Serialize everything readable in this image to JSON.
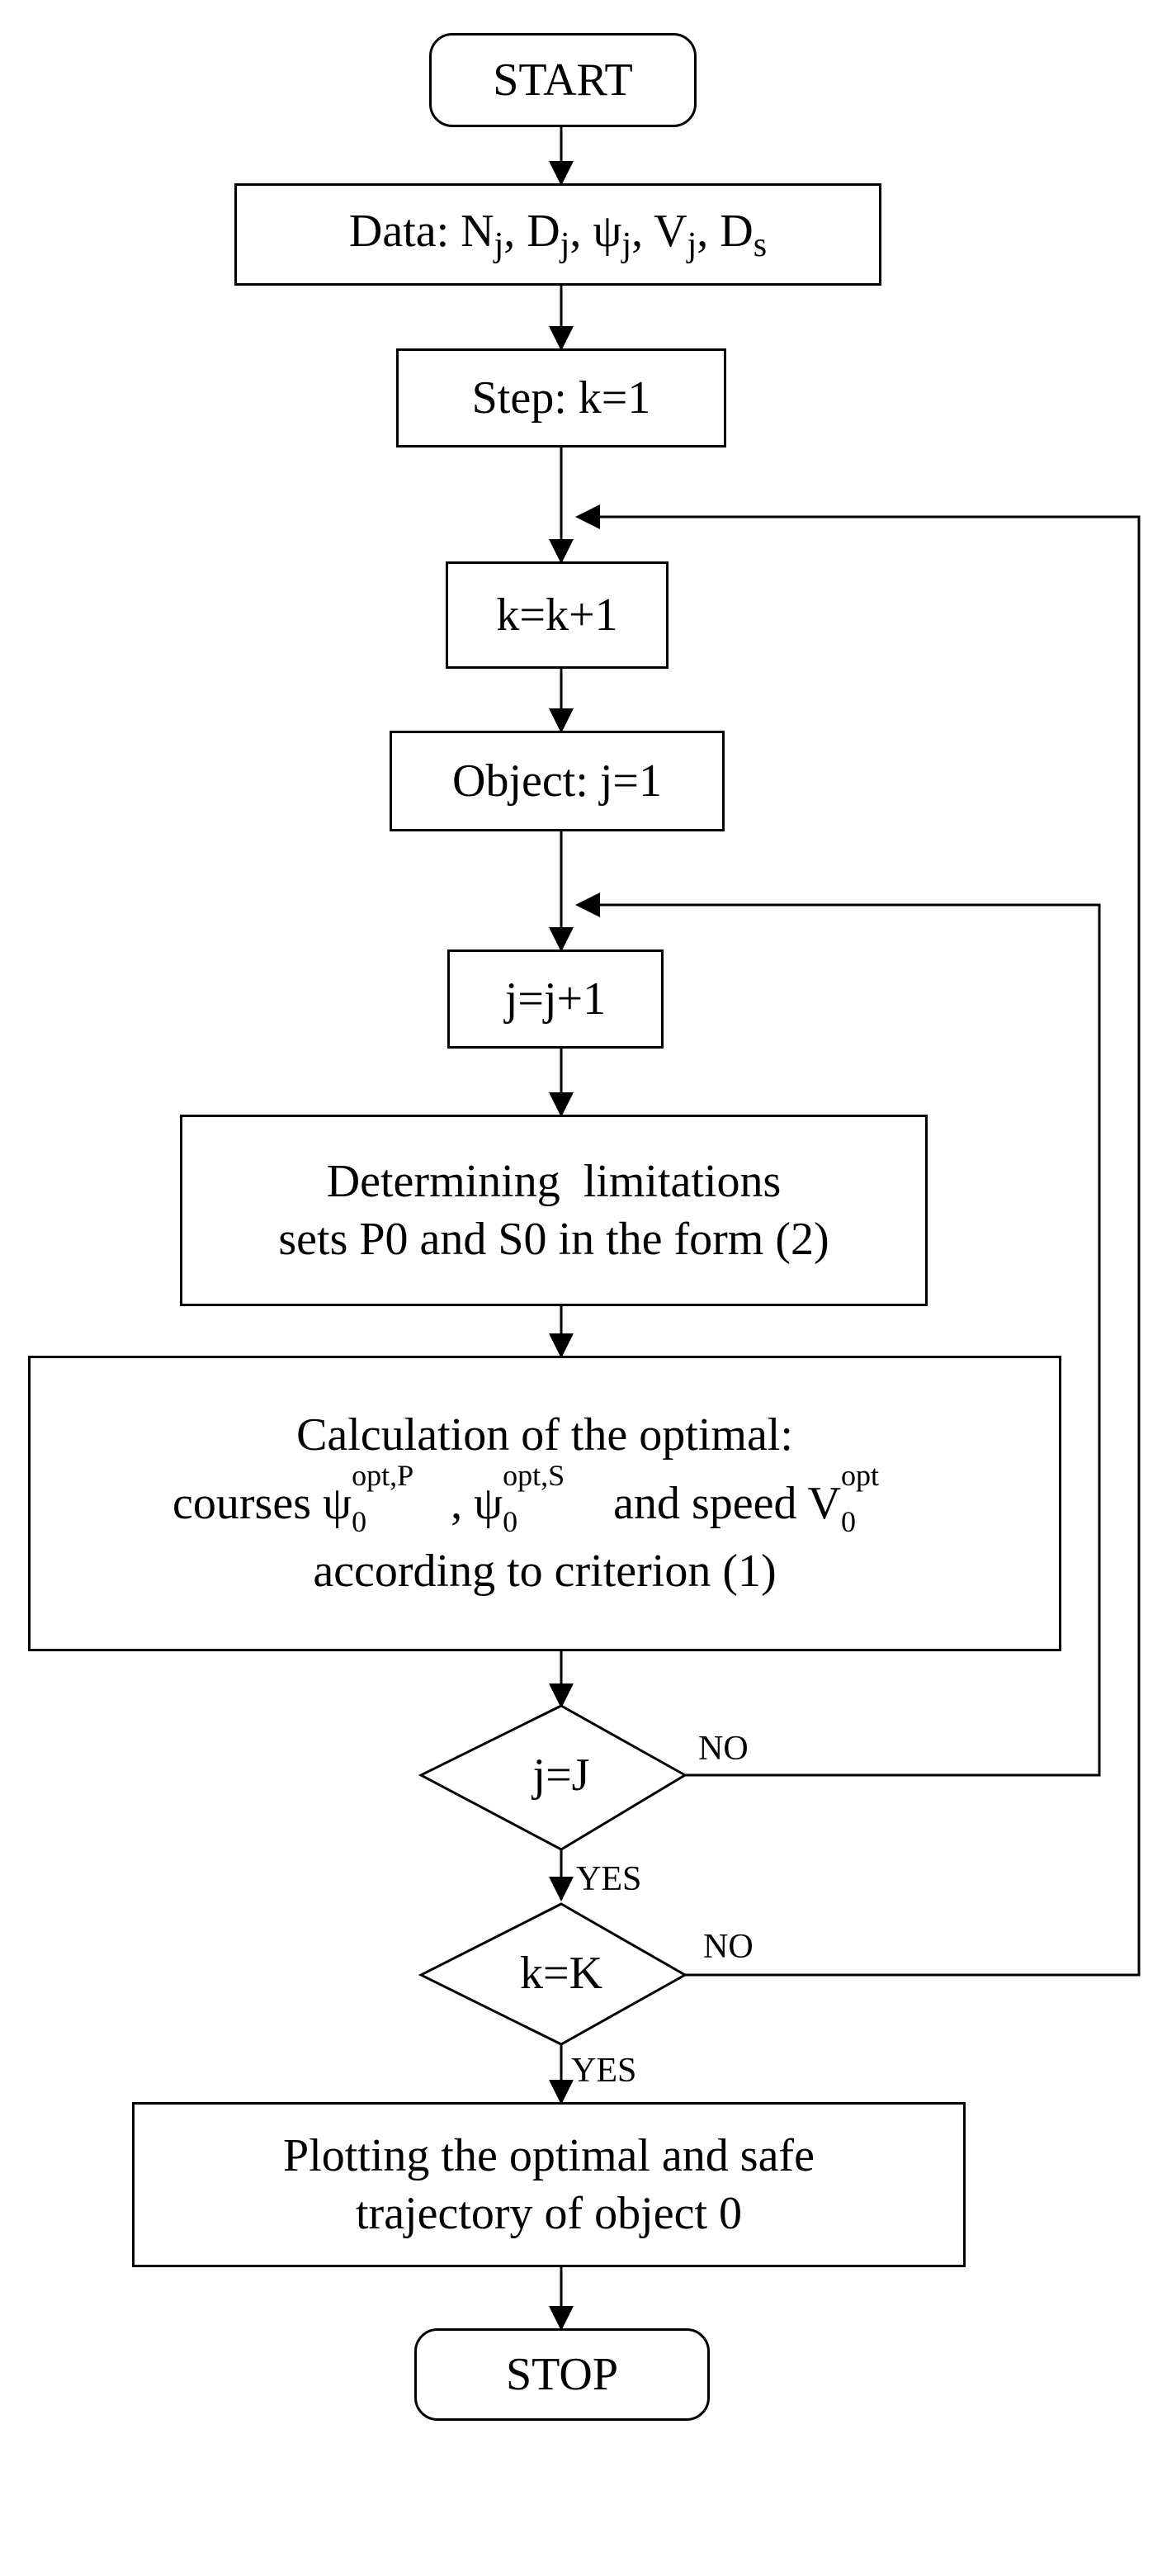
{
  "flowchart": {
    "start": "START",
    "data": {
      "prefix": "Data: ",
      "vars": [
        "N",
        "D",
        "ψ",
        "V",
        "D"
      ],
      "subs": [
        "j",
        "j",
        "j",
        "j",
        "s"
      ]
    },
    "step_init": "Step: k=1",
    "step_increment": "k=k+1",
    "object_init": "Object: j=1",
    "object_increment": "j=j+1",
    "limitations": {
      "line1": "Determining  limitations",
      "line2": "sets P0 and S0 in the form (2)"
    },
    "calculation": {
      "line1": "Calculation of the optimal:",
      "line2_prefix": "courses ",
      "psi": "ψ",
      "sup_P": "opt,P",
      "sup_S": "opt,S",
      "sub0": "0",
      "and_speed": " and speed ",
      "V": "V",
      "sup_V": "opt",
      "line3": "according to criterion (1)"
    },
    "decision_j": "j=J",
    "decision_k": "k=K",
    "no_label": "NO",
    "yes_label": "YES",
    "plotting": {
      "line1": "Plotting the optimal and safe",
      "line2": "trajectory of object 0"
    },
    "stop": "STOP"
  }
}
